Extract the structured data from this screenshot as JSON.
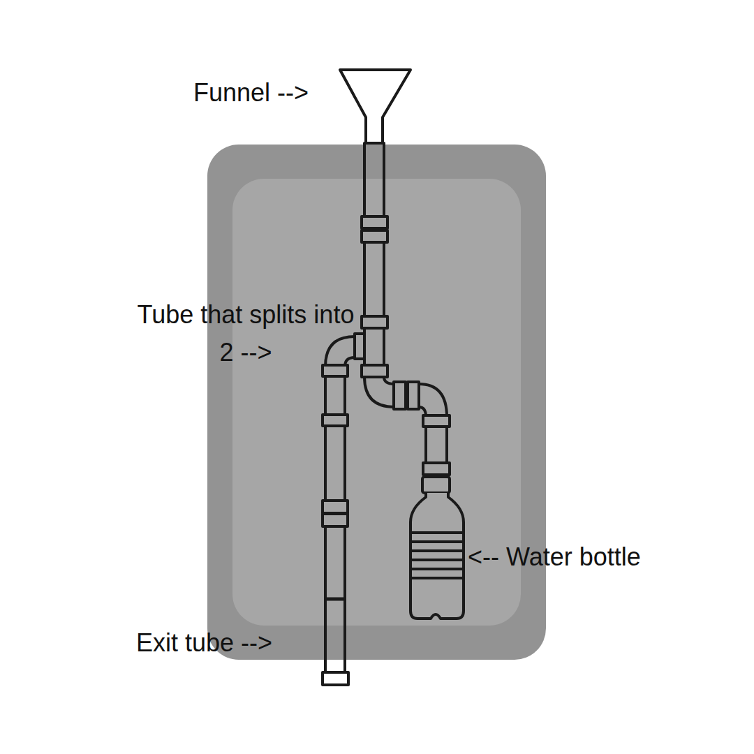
{
  "diagram": {
    "labels": [
      "Funnel -->",
      "Tube that splits into 2 -->",
      "<-- Water bottle",
      "Exit tube -->"
    ]
  }
}
